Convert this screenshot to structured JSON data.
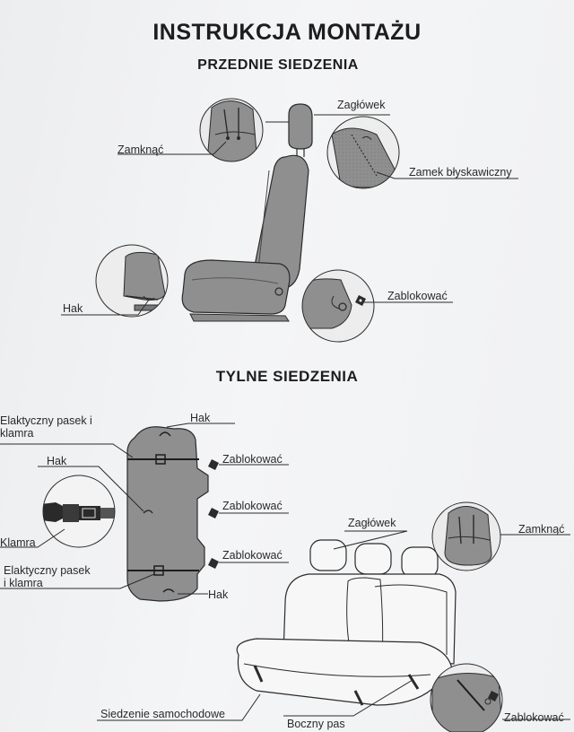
{
  "document": {
    "title": "INSTRUKCJA MONTAŻU",
    "front_section": {
      "title": "PRZEDNIE SIEDZENIA",
      "labels": {
        "headrest": "Zagłówek",
        "close": "Zamknąć",
        "zipper": "Zamek błyskawiczny",
        "hook": "Hak",
        "lock": "Zablokować"
      }
    },
    "rear_section": {
      "title": "TYLNE SIEDZENIA",
      "labels": {
        "elastic_strap_top": "Elaktyczny pasek i klamra",
        "hook_top": "Hak",
        "hook_left": "Hak",
        "lock_1": "Zablokować",
        "lock_2": "Zablokować",
        "lock_3": "Zablokować",
        "buckle": "Klamra",
        "elastic_strap_bottom": "Elaktyczny pasek i klamra",
        "hook_bottom": "Hak",
        "headrest": "Zagłówek",
        "close": "Zamknąć",
        "car_seat": "Siedzenie samochodowe",
        "side_strap": "Boczny pas",
        "lock_bottom": "Zablokować"
      }
    }
  },
  "colors": {
    "cover_fill": "#8f8f8f",
    "cover_dark": "#6e6e6e",
    "outline": "#2b2b2b",
    "seat_light": "#f7f7f7"
  },
  "icons": [
    "front-seat-illustration",
    "rear-seat-cover-illustration",
    "rear-bench-illustration",
    "lock-wrench-icon",
    "buckle-icon"
  ]
}
